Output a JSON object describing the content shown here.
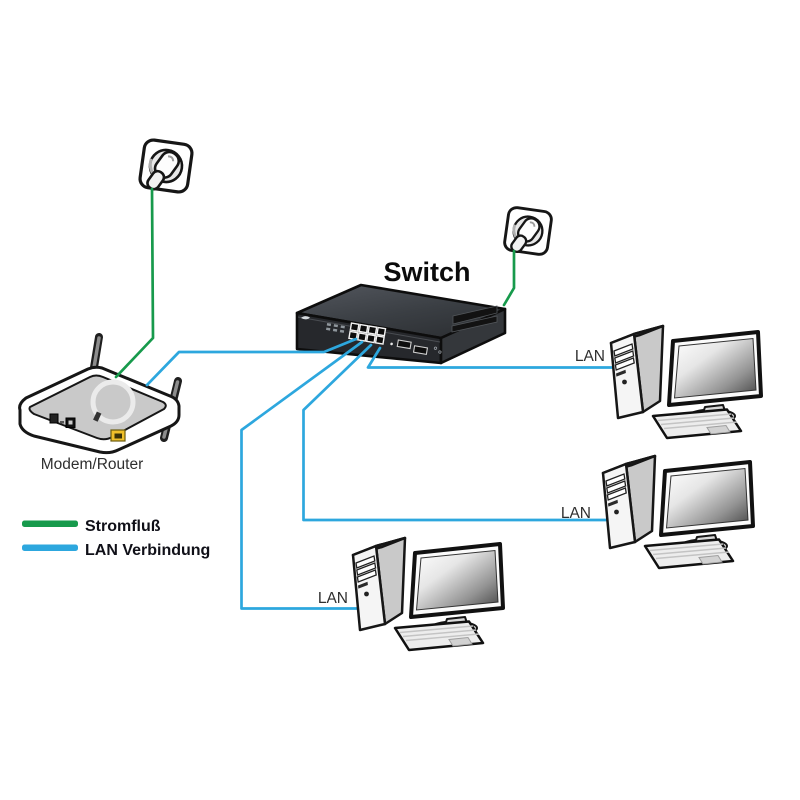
{
  "diagram": {
    "device_labels": {
      "switch": "Switch",
      "modem_router": "Modem/Router",
      "pc_top": "LAN",
      "pc_middle": "LAN",
      "pc_bottom": "LAN"
    },
    "legend": {
      "items": [
        {
          "id": "power",
          "label": "Stromfluß",
          "color": "#179a4c"
        },
        {
          "id": "lan",
          "label": "LAN Verbindung",
          "color": "#2da7de"
        }
      ]
    },
    "colors": {
      "power_cable": "#179a4c",
      "lan_cable": "#2da7de"
    },
    "nodes": [
      {
        "id": "wall-outlet-1",
        "type": "power-outlet"
      },
      {
        "id": "wall-outlet-2",
        "type": "power-outlet"
      },
      {
        "id": "modem-router",
        "type": "modem-router",
        "label": "Modem/Router"
      },
      {
        "id": "switch",
        "type": "network-switch",
        "label": "Switch"
      },
      {
        "id": "pc-top",
        "type": "computer",
        "label": "LAN"
      },
      {
        "id": "pc-middle",
        "type": "computer",
        "label": "LAN"
      },
      {
        "id": "pc-bottom",
        "type": "computer",
        "label": "LAN"
      }
    ],
    "connections": [
      {
        "from": "wall-outlet-1",
        "to": "modem-router",
        "kind": "Stromfluß"
      },
      {
        "from": "wall-outlet-2",
        "to": "switch",
        "kind": "Stromfluß"
      },
      {
        "from": "switch",
        "to": "modem-router",
        "kind": "LAN Verbindung"
      },
      {
        "from": "switch",
        "to": "pc-top",
        "kind": "LAN Verbindung"
      },
      {
        "from": "switch",
        "to": "pc-middle",
        "kind": "LAN Verbindung"
      },
      {
        "from": "switch",
        "to": "pc-bottom",
        "kind": "LAN Verbindung"
      }
    ]
  }
}
